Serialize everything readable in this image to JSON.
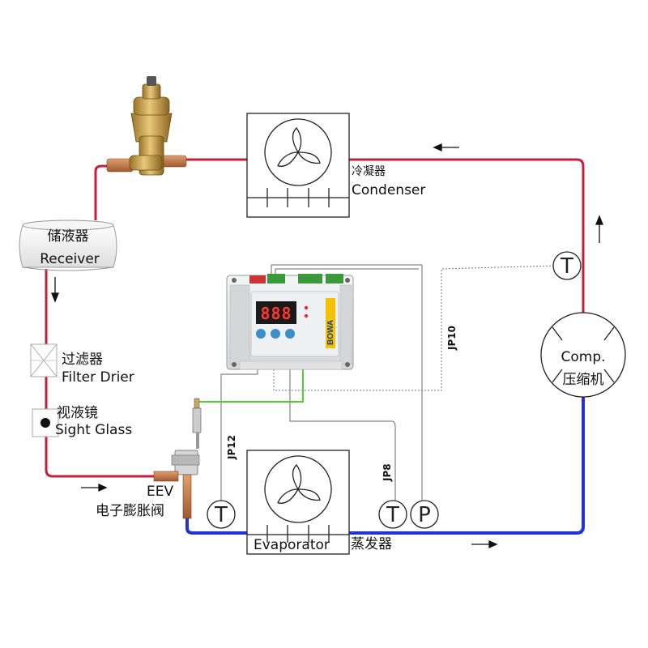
{
  "colors": {
    "high_pressure_line": "#c4203a",
    "low_pressure_line": "#2233d6",
    "signal_wire": "#6a6a6a",
    "sensor_wire": "#55cc33",
    "display_digits": "#ff3a2a",
    "controller_body": "#e8e9ea",
    "brand_text": "#1b3f8c"
  },
  "components": {
    "condenser": {
      "label_cn": "冷凝器",
      "label_en": "Condenser",
      "icon": "fan-icon"
    },
    "receiver": {
      "label_cn": "储液器",
      "label_en": "Receiver"
    },
    "filter_drier": {
      "label_cn": "过滤器",
      "label_en": "Filter Drier"
    },
    "sight_glass": {
      "label_cn": "视液镜",
      "label_en": "Sight Glass"
    },
    "eev": {
      "label_en": "EEV",
      "label_cn": "电子膨胀阀"
    },
    "evaporator": {
      "label_en": "Evaporator",
      "label_cn": "蒸发器",
      "icon": "fan-icon"
    },
    "compressor": {
      "label_en": "Comp.",
      "label_cn": "压缩机"
    },
    "controller": {
      "display": "888",
      "brand": "BOWA"
    }
  },
  "sensors": {
    "discharge_temp": {
      "symbol": "T"
    },
    "suction_temp_eev": {
      "symbol": "T"
    },
    "suction_temp": {
      "symbol": "T"
    },
    "suction_pressure": {
      "symbol": "P"
    }
  },
  "connectors": {
    "jp10": "JP10",
    "jp12": "JP12",
    "jp8": "JP8"
  }
}
